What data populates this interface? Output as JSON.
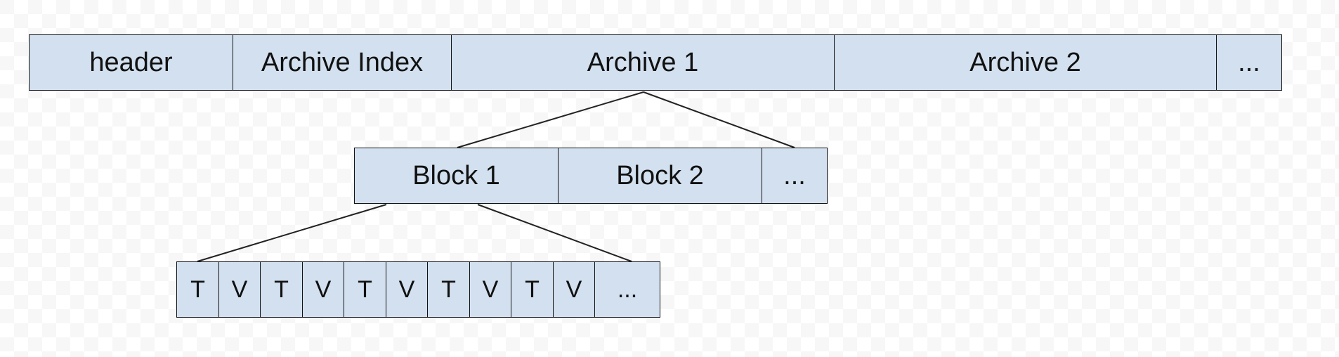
{
  "colors": {
    "cell_fill": "#d2e0ef",
    "border": "#111111",
    "line": "#222222"
  },
  "file_row": [
    {
      "label": "header"
    },
    {
      "label": "Archive Index"
    },
    {
      "label": "Archive 1"
    },
    {
      "label": "Archive 2"
    },
    {
      "label": "..."
    }
  ],
  "archive_row": [
    {
      "label": "Block 1"
    },
    {
      "label": "Block 2"
    },
    {
      "label": "..."
    }
  ],
  "block_row": [
    {
      "label": "T"
    },
    {
      "label": "V"
    },
    {
      "label": "T"
    },
    {
      "label": "V"
    },
    {
      "label": "T"
    },
    {
      "label": "V"
    },
    {
      "label": "T"
    },
    {
      "label": "V"
    },
    {
      "label": "T"
    },
    {
      "label": "V"
    },
    {
      "label": "..."
    }
  ]
}
